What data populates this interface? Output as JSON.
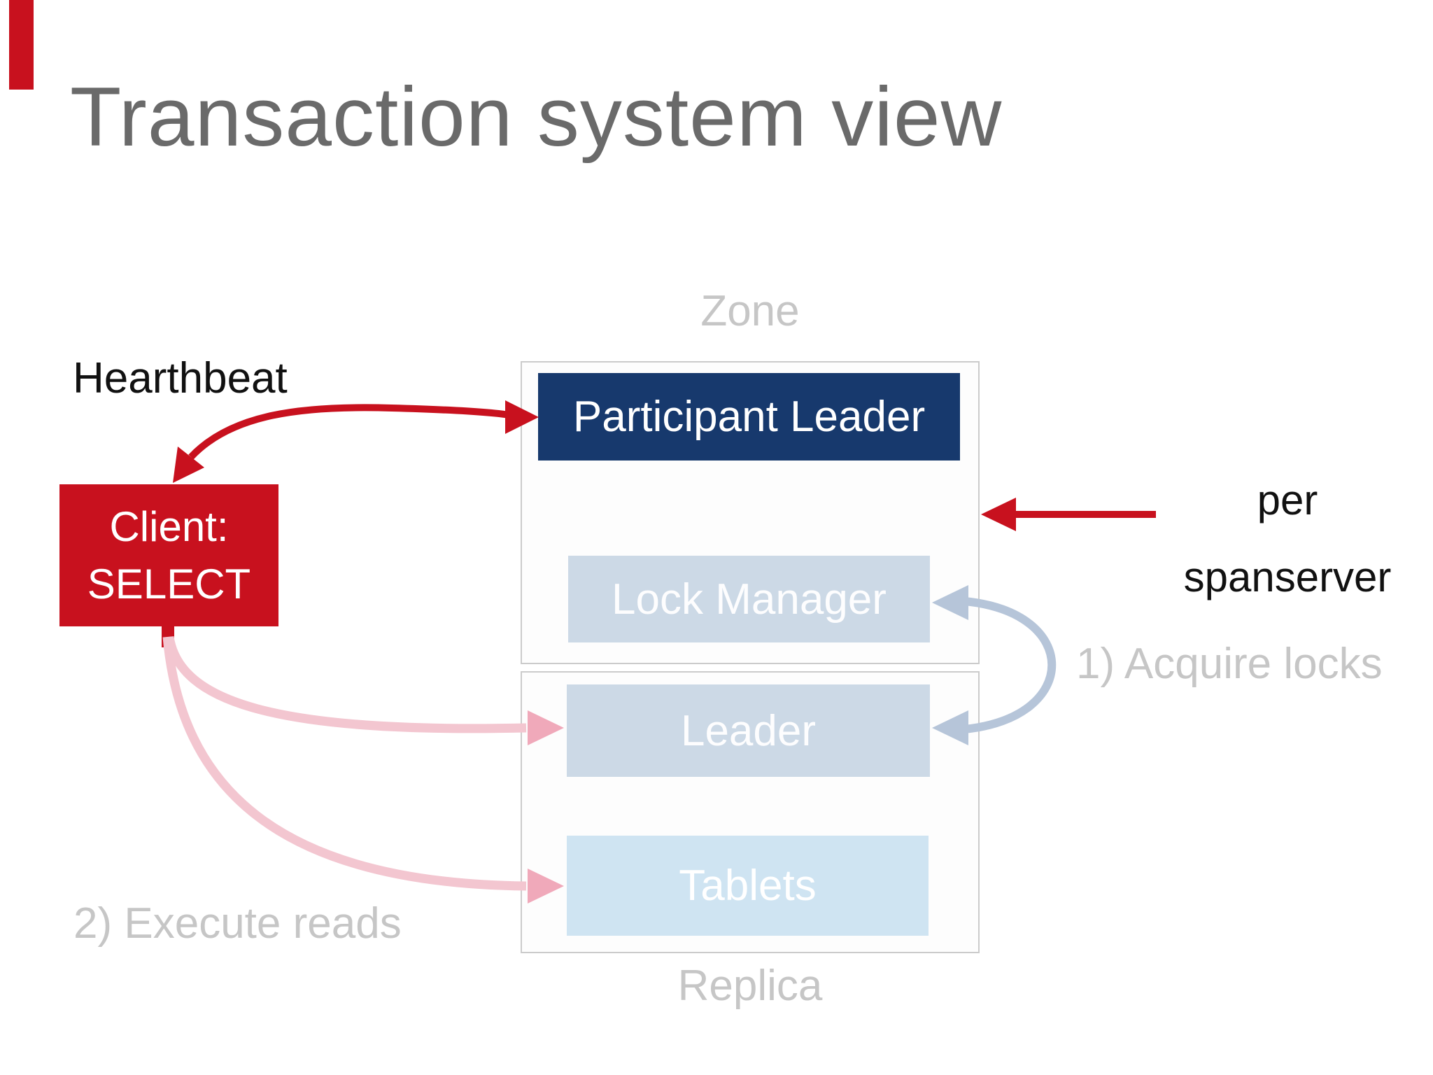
{
  "slide": {
    "title": "Transaction system view",
    "labels": {
      "heartbeat": "Hearthbeat",
      "zone": "Zone",
      "replica": "Replica",
      "per_spanserver_line1": "per",
      "per_spanserver_line2": "spanserver",
      "acquire_locks": "1) Acquire locks",
      "execute_reads": "2) Execute reads"
    },
    "nodes": {
      "participant_leader": "Participant Leader",
      "lock_manager": "Lock Manager",
      "leader": "Leader",
      "tablets": "Tablets",
      "client_line1": "Client:",
      "client_line2": "SELECT"
    },
    "colors": {
      "accent_red": "#c8111e",
      "navy": "#17396d",
      "panel_blue": "#ccd9e6",
      "panel_blue_light": "#cfe4f2",
      "steel_blue": "#b6c5d9",
      "pink_line": "#f3c6d0",
      "pink_head": "#f0a9ba",
      "label_gray": "#c6c6c6",
      "title_gray": "#6a6a6a",
      "border_gray": "#cbcbcb",
      "text_black": "#111111"
    }
  }
}
